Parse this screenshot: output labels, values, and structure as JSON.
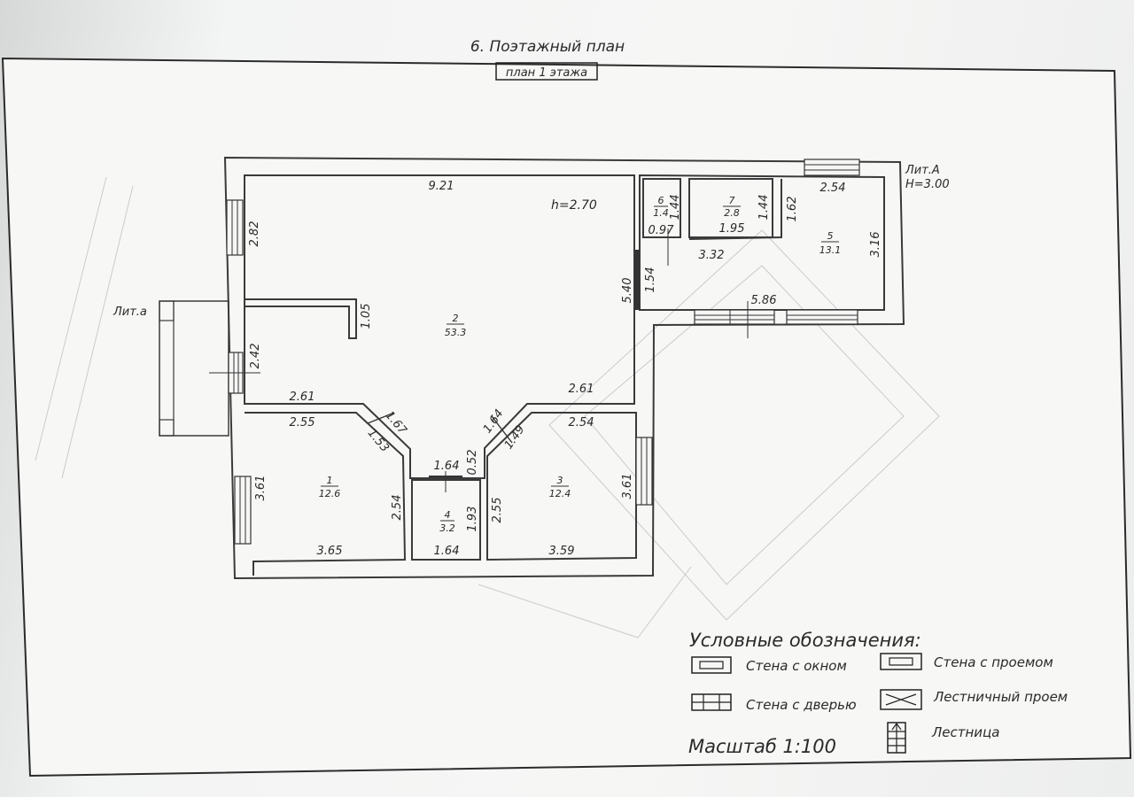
{
  "header": {
    "section_title": "6. Поэтажный план",
    "floor_label": "план 1 этажа"
  },
  "labels": {
    "lit_big": "Лит.А",
    "height_big": "H=3.00",
    "lit_small": "Лит.а",
    "ceiling_height": "h=2.70"
  },
  "rooms": [
    {
      "number": "1",
      "area": "12.6"
    },
    {
      "number": "2",
      "area": "53.3"
    },
    {
      "number": "3",
      "area": "12.4"
    },
    {
      "number": "4",
      "area": "3.2"
    },
    {
      "number": "5",
      "area": "13.1"
    },
    {
      "number": "6",
      "area": "1.4"
    },
    {
      "number": "7",
      "area": "2.8"
    }
  ],
  "dimensions": {
    "d_9_21": "9.21",
    "d_2_82": "2.82",
    "d_1_05": "1.05",
    "d_2_42": "2.42",
    "d_2_61_left": "2.61",
    "d_2_61_right": "2.61",
    "d_2_55_top": "2.55",
    "d_1_67": "1.67",
    "d_1_53": "1.53",
    "d_1_64_diag": "1.64",
    "d_1_49": "1.49",
    "d_2_54_mid": "2.54",
    "d_1_64_top": "1.64",
    "d_0_52": "0.52",
    "d_3_61_left": "3.61",
    "d_2_54_r1": "2.54",
    "d_3_65": "3.65",
    "d_1_93": "1.93",
    "d_1_64_bottom": "1.64",
    "d_2_55_r3": "2.55",
    "d_3_61_right": "3.61",
    "d_3_59": "3.59",
    "d_5_40": "5.40",
    "d_1_54": "1.54",
    "d_1_44_r6": "1.44",
    "d_0_97": "0.97",
    "d_1_44_r7": "1.44",
    "d_1_95": "1.95",
    "d_3_32": "3.32",
    "d_1_62": "1.62",
    "d_2_54_r5": "2.54",
    "d_3_16": "3.16",
    "d_5_86": "5.86"
  },
  "legend": {
    "title": "Условные обозначения:",
    "wall_window": "Стена с окном",
    "wall_opening": "Стена с проемом",
    "wall_door": "Стена с дверью",
    "stair_opening": "Лестничный проем",
    "stairs": "Лестница",
    "scale": "Масштаб 1:100"
  }
}
